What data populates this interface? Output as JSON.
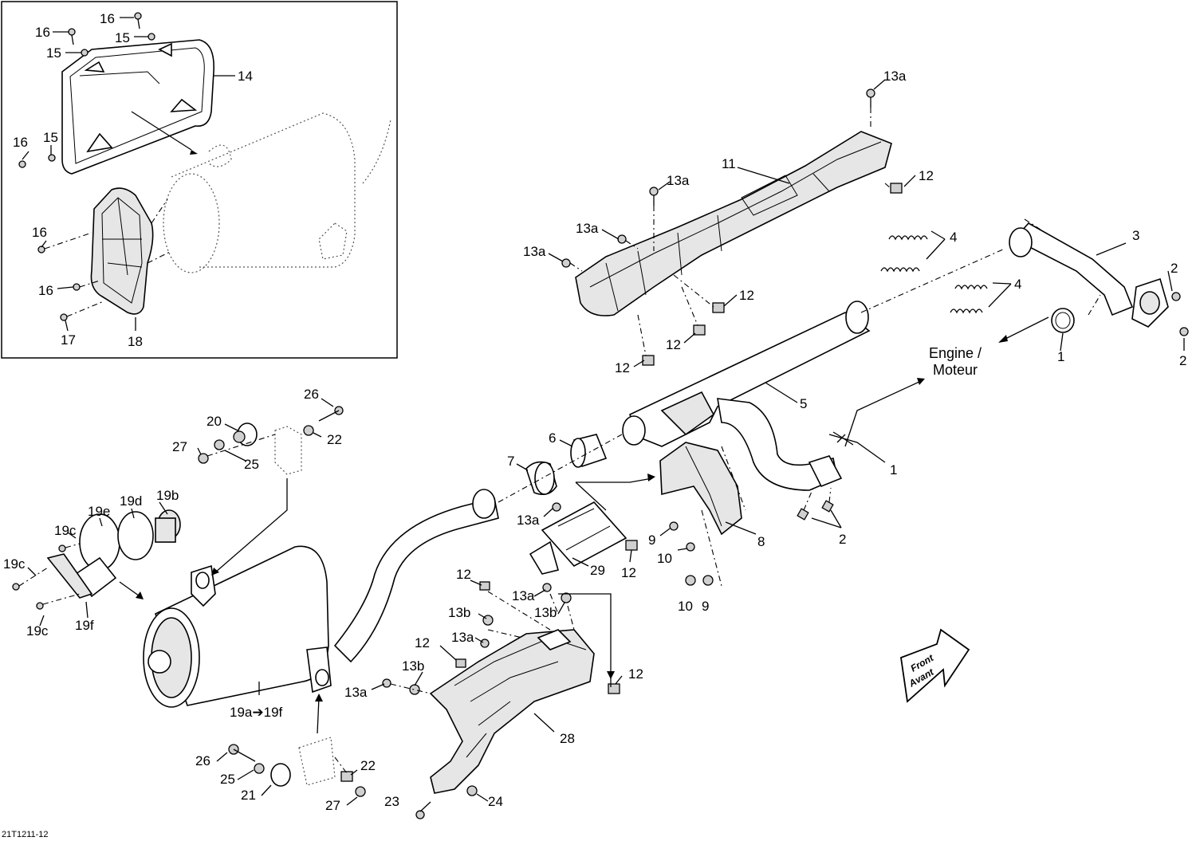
{
  "diagram": {
    "ref_code": "21T1211-12",
    "engine_label": [
      "Engine /",
      "Moteur"
    ],
    "front_badge": [
      "Front",
      "Avant"
    ]
  },
  "labels": {
    "l16a": "16",
    "l16b": "16",
    "l15a": "15",
    "l15b": "15",
    "l14": "14",
    "l16c": "16",
    "l15c": "15",
    "l16d": "16",
    "l16e": "16",
    "l17": "17",
    "l18": "18",
    "l13a_1": "13a",
    "l11": "11",
    "l12_1": "12",
    "l13a_2": "13a",
    "l13a_3": "13a",
    "l13a_4": "13a",
    "l12_2": "12",
    "l12_3": "12",
    "l12_4": "12",
    "l4a": "4",
    "l4b": "4",
    "l3": "3",
    "l2a": "2",
    "l2b": "2",
    "l1a": "1",
    "l5": "5",
    "l1b": "1",
    "l2c": "2",
    "l26a": "26",
    "l20": "20",
    "l22a": "22",
    "l27a": "27",
    "l25a": "25",
    "l6": "6",
    "l7": "7",
    "l13a_5": "13a",
    "l8": "8",
    "l9a": "9",
    "l10a": "10",
    "l10b": "10",
    "l9b": "9",
    "l29": "29",
    "l12_5": "12",
    "l12_6": "12",
    "l13a_6": "13a",
    "l13b_1": "13b",
    "l13b_2": "13b",
    "l13a_7": "13a",
    "l12_7": "12",
    "l13b_3": "13b",
    "l13a_8": "13a",
    "l12_8": "12",
    "l28": "28",
    "l19b": "19b",
    "l19d": "19d",
    "l19e": "19e",
    "l19c_1": "19c",
    "l19c_2": "19c",
    "l19c_3": "19c",
    "l19f": "19f",
    "l19af": "19a➔19f",
    "l26b": "26",
    "l22b": "22",
    "l25b": "25",
    "l21": "21",
    "l27b": "27",
    "l23": "23",
    "l24": "24"
  }
}
